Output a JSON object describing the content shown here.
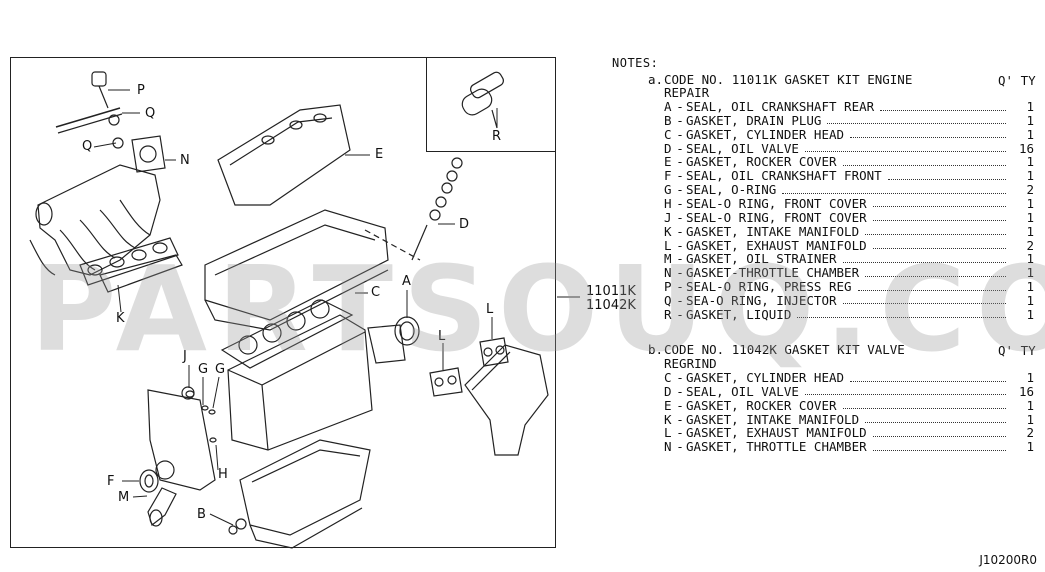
{
  "diagram": {
    "callouts": [
      "P",
      "Q",
      "Q",
      "N",
      "E",
      "D",
      "C",
      "A",
      "L",
      "L",
      "J",
      "G",
      "G",
      "H",
      "F",
      "M",
      "B",
      "K",
      "R"
    ]
  },
  "kit_codes": [
    "11011K",
    "11042K"
  ],
  "notes_label": "NOTES:",
  "qty_header": "Q' TY",
  "kits": [
    {
      "marker": "a.",
      "title": "CODE NO. 11011K GASKET KIT ENGINE",
      "title2": "REPAIR",
      "items": [
        {
          "code": "A",
          "desc": "SEAL, OIL CRANKSHAFT REAR",
          "qty": "1"
        },
        {
          "code": "B",
          "desc": "GASKET, DRAIN PLUG",
          "qty": "1"
        },
        {
          "code": "C",
          "desc": "GASKET, CYLINDER HEAD",
          "qty": "1"
        },
        {
          "code": "D",
          "desc": "SEAL, OIL VALVE",
          "qty": "16"
        },
        {
          "code": "E",
          "desc": "GASKET, ROCKER COVER",
          "qty": "1"
        },
        {
          "code": "F",
          "desc": "SEAL, OIL CRANKSHAFT FRONT",
          "qty": "1"
        },
        {
          "code": "G",
          "desc": "SEAL, O-RING",
          "qty": "2"
        },
        {
          "code": "H",
          "desc": "SEAL-O RING, FRONT COVER",
          "qty": "1"
        },
        {
          "code": "J",
          "desc": "SEAL-O RING, FRONT COVER",
          "qty": "1"
        },
        {
          "code": "K",
          "desc": "GASKET, INTAKE MANIFOLD",
          "qty": "1"
        },
        {
          "code": "L",
          "desc": "GASKET, EXHAUST MANIFOLD",
          "qty": "2"
        },
        {
          "code": "M",
          "desc": "GASKET, OIL STRAINER",
          "qty": "1"
        },
        {
          "code": "N",
          "desc": "GASKET-THROTTLE CHAMBER",
          "qty": "1"
        },
        {
          "code": "P",
          "desc": "SEAL-O RING, PRESS REG",
          "qty": "1"
        },
        {
          "code": "Q",
          "desc": "SEA-O RING, INJECTOR",
          "qty": "1"
        },
        {
          "code": "R",
          "desc": "GASKET, LIQUID",
          "qty": "1"
        }
      ]
    },
    {
      "marker": "b.",
      "title": "CODE NO. 11042K GASKET KIT VALVE",
      "title2": "REGRIND",
      "items": [
        {
          "code": "C",
          "desc": "GASKET, CYLINDER HEAD",
          "qty": "1"
        },
        {
          "code": "D",
          "desc": "SEAL, OIL VALVE",
          "qty": "16"
        },
        {
          "code": "E",
          "desc": "GASKET, ROCKER COVER",
          "qty": "1"
        },
        {
          "code": "K",
          "desc": "GASKET, INTAKE MANIFOLD",
          "qty": "1"
        },
        {
          "code": "L",
          "desc": "GASKET, EXHAUST MANIFOLD",
          "qty": "2"
        },
        {
          "code": "N",
          "desc": "GASKET,  THROTTLE CHAMBER",
          "qty": "1"
        }
      ]
    }
  ],
  "watermark": "PARTSOUQ.COM",
  "footer": "J10200R0"
}
